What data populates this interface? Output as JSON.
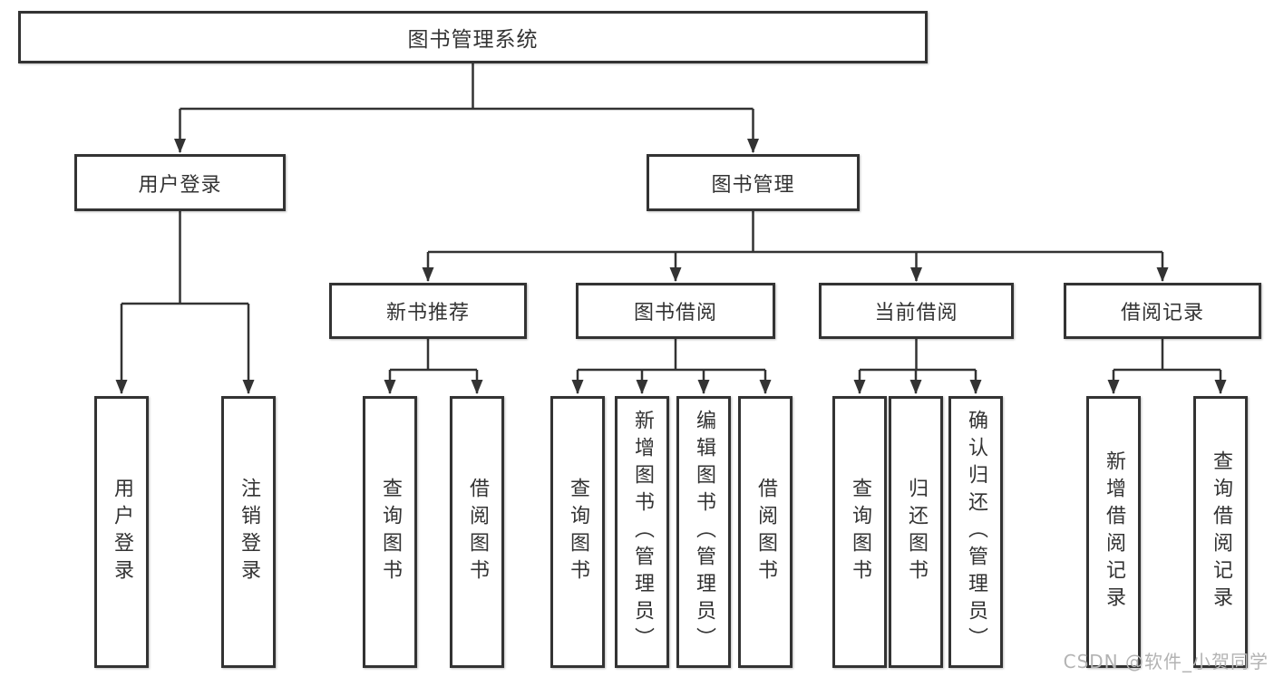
{
  "title": "图书管理系统",
  "watermark": "CSDN @软件_小贺同学",
  "colors": {
    "line": "#333333",
    "box_border": "#333333",
    "text": "#333333",
    "watermark_text": "#b3b3b3",
    "background": "#ffffff"
  },
  "nodes": {
    "root": {
      "label": "图书管理系统"
    },
    "branches": [
      {
        "label": "用户登录"
      },
      {
        "label": "图书管理"
      }
    ],
    "modules": [
      {
        "label": "新书推荐",
        "parent": "图书管理"
      },
      {
        "label": "图书借阅",
        "parent": "图书管理"
      },
      {
        "label": "当前借阅",
        "parent": "图书管理"
      },
      {
        "label": "借阅记录",
        "parent": "图书管理"
      }
    ],
    "leaves": [
      {
        "label": "用户登录",
        "parent": "用户登录"
      },
      {
        "label": "注销登录",
        "parent": "用户登录"
      },
      {
        "label": "查询图书",
        "parent": "新书推荐"
      },
      {
        "label": "借阅图书",
        "parent": "新书推荐"
      },
      {
        "label": "查询图书",
        "parent": "图书借阅"
      },
      {
        "label": "新增图书（管理员）",
        "parent": "图书借阅"
      },
      {
        "label": "编辑图书（管理员）",
        "parent": "图书借阅"
      },
      {
        "label": "借阅图书",
        "parent": "图书借阅"
      },
      {
        "label": "查询图书",
        "parent": "当前借阅"
      },
      {
        "label": "归还图书",
        "parent": "当前借阅"
      },
      {
        "label": "确认归还（管理员）",
        "parent": "当前借阅"
      },
      {
        "label": "新增借阅记录",
        "parent": "借阅记录"
      },
      {
        "label": "查询借阅记录",
        "parent": "借阅记录"
      }
    ]
  }
}
